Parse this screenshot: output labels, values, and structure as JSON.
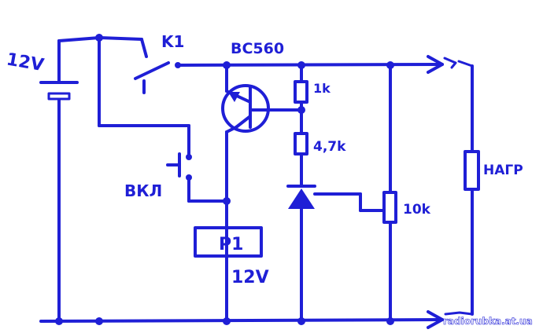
{
  "labels": {
    "battery_voltage": "12V",
    "switch_k1": "K1",
    "transistor": "BC560",
    "resistor_1k": "1k",
    "resistor_4k7": "4,7k",
    "button_on": "ВКЛ",
    "relay": "P1",
    "relay_voltage": "12V",
    "pot_10k": "10k",
    "load": "НАГР"
  },
  "watermark": "radiorubka.at.ua",
  "colors": {
    "ink": "#1f1fd6",
    "background": "#ffffff"
  }
}
